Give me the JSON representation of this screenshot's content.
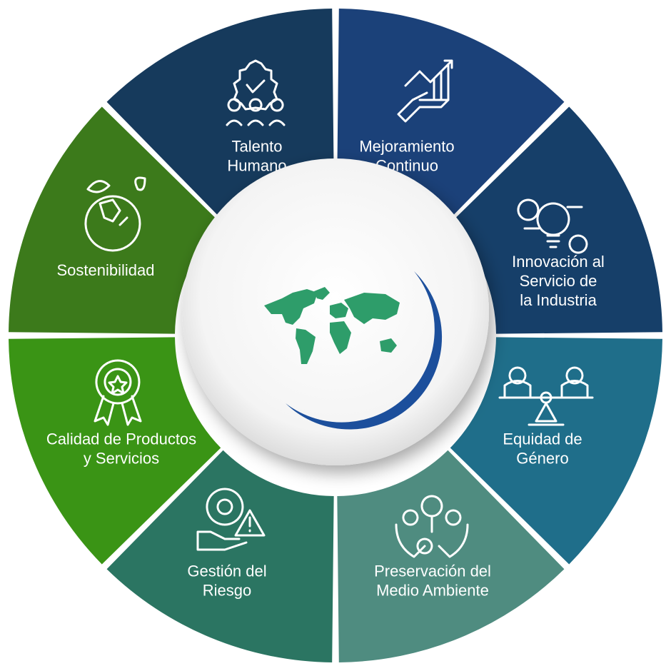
{
  "segments": [
    {
      "id": "talento",
      "lines": [
        "Talento",
        "Humano"
      ],
      "color": "#163a5c",
      "icon": "gear-team-icon"
    },
    {
      "id": "mejoramiento",
      "lines": [
        "Mejoramiento",
        "Continuo"
      ],
      "color": "#1b4179",
      "icon": "growth-hand-icon"
    },
    {
      "id": "innovacion",
      "lines": [
        "Innovación al",
        "Servicio de",
        "la Industria"
      ],
      "color": "#163f69",
      "icon": "lightbulb-gears-icon"
    },
    {
      "id": "equidad",
      "lines": [
        "Equidad de",
        "Género"
      ],
      "color": "#1f6e8a",
      "icon": "gender-balance-icon"
    },
    {
      "id": "preservacion",
      "lines": [
        "Preservación del",
        "Medio Ambiente"
      ],
      "color": "#4f8c80",
      "icon": "environment-hands-icon"
    },
    {
      "id": "gestion",
      "lines": [
        "Gestión del",
        "Riesgo"
      ],
      "color": "#2b7562",
      "icon": "risk-gear-icon"
    },
    {
      "id": "calidad",
      "lines": [
        "Calidad de Productos",
        "y Servicios"
      ],
      "color": "#3a9415",
      "icon": "quality-badge-icon"
    },
    {
      "id": "sostenibilidad",
      "lines": [
        "Sostenibilidad"
      ],
      "color": "#3c7a1b",
      "icon": "earth-leaves-icon"
    }
  ],
  "center": {
    "icon": "world-map-logo-icon",
    "ring_color": "#1c4f9c",
    "map_color": "#2e9d6a"
  }
}
